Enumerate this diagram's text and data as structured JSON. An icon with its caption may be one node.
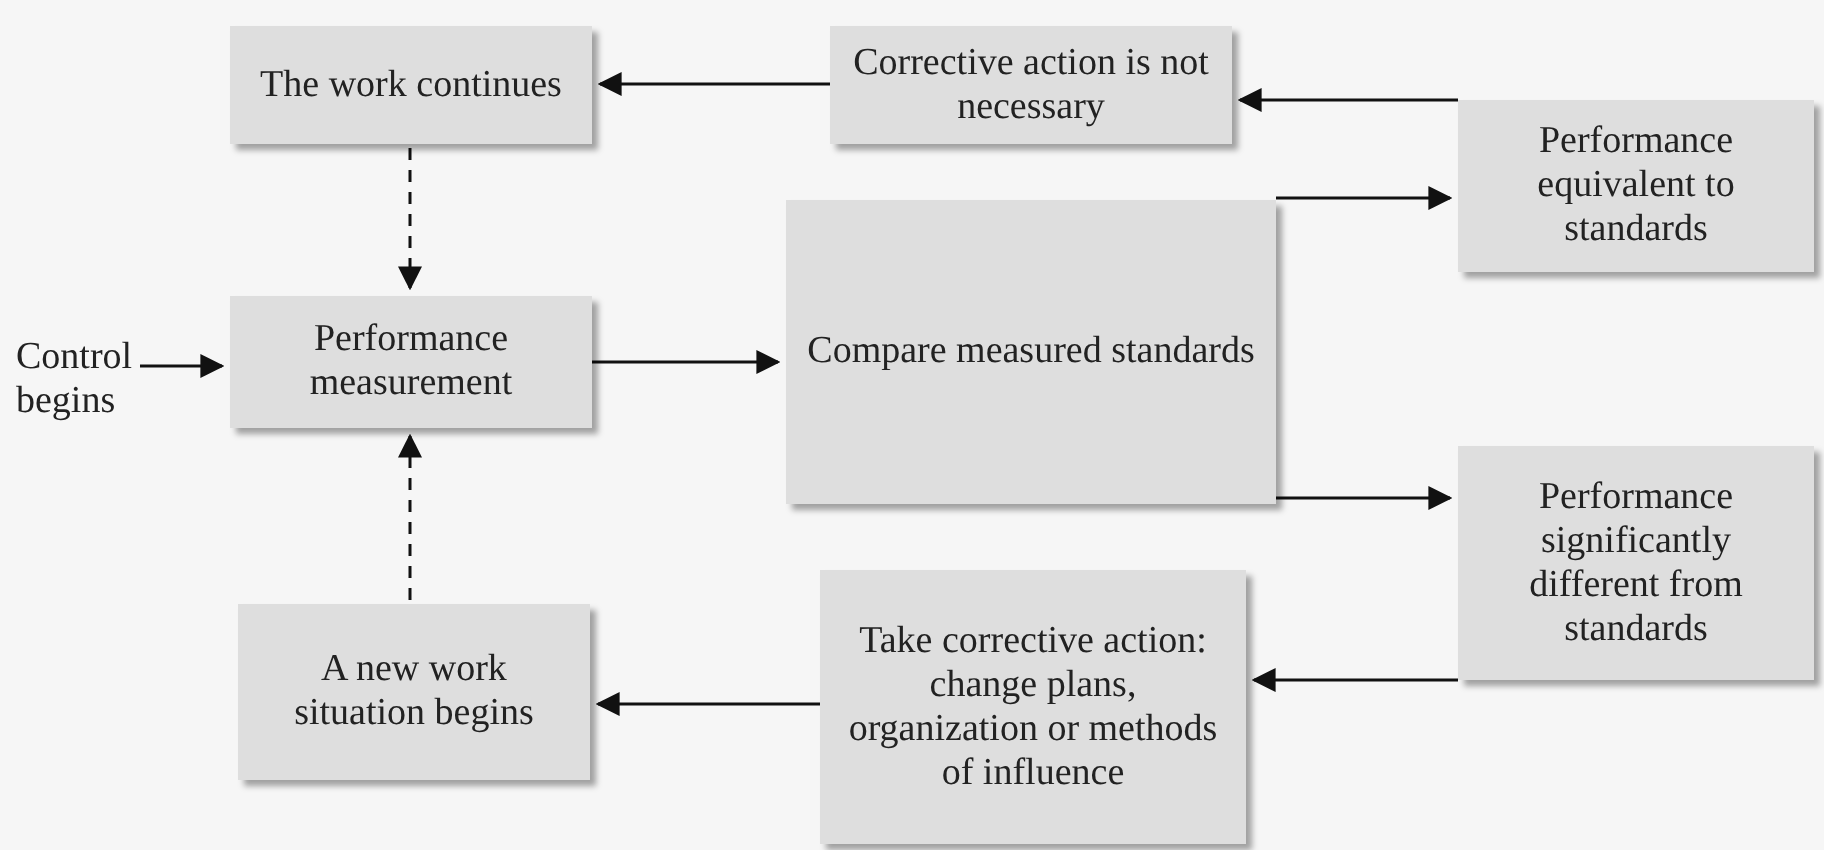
{
  "diagram": {
    "nodes": [
      {
        "text": [
          "Control begins"
        ]
      },
      {
        "text": [
          "The work continues"
        ]
      },
      {
        "text": [
          "Performance measurement"
        ]
      },
      {
        "text": [
          "A new work situation begins"
        ]
      },
      {
        "text": [
          "Corrective action is not necessary"
        ]
      },
      {
        "text": [
          "Compare measured standards"
        ]
      },
      {
        "text": [
          "Take corrective action: change plans, organization or methods of influence"
        ]
      },
      {
        "text": [
          "Performance equivalent to standards"
        ]
      },
      {
        "text": [
          "Performance significantly different from standards"
        ]
      }
    ],
    "edges": [
      {
        "from": 0,
        "to": 2,
        "arrow": "to"
      },
      {
        "from": 1,
        "to": 2,
        "arrow": "to",
        "style": "dashed"
      },
      {
        "from": 3,
        "to": 2,
        "arrow": "to",
        "style": "dashed"
      },
      {
        "from": 2,
        "to": 5,
        "arrow": "to"
      },
      {
        "from": 5,
        "to": 7,
        "arrow": "to"
      },
      {
        "from": 5,
        "to": 8,
        "arrow": "to"
      },
      {
        "from": 7,
        "to": 4,
        "arrow": "to"
      },
      {
        "from": 4,
        "to": 1,
        "arrow": "to"
      },
      {
        "from": 8,
        "to": 6,
        "arrow": "to"
      },
      {
        "from": 6,
        "to": 3,
        "arrow": "to"
      }
    ]
  }
}
